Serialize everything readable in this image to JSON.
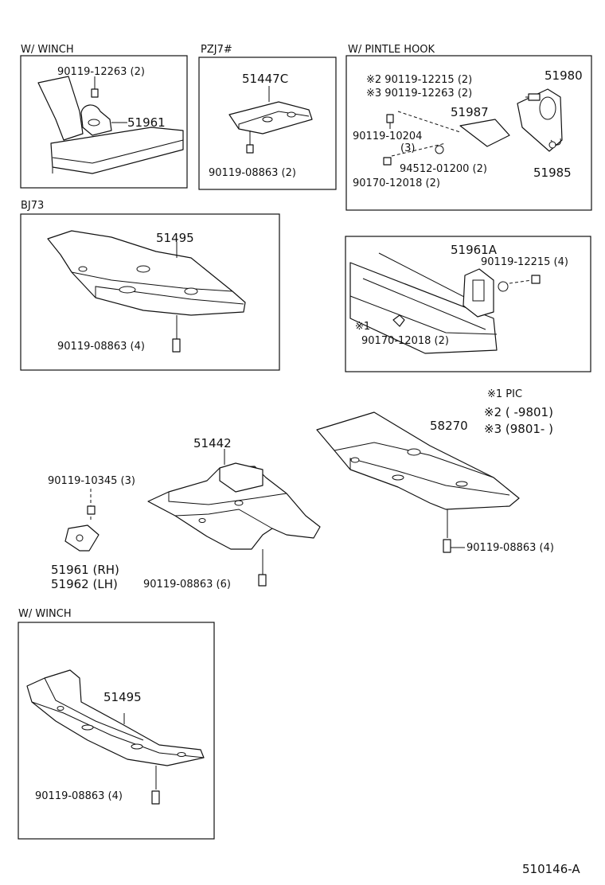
{
  "sections": {
    "winch_top": "W/ WINCH",
    "pzj7": "PZJ7#",
    "pintle": "W/ PINTLE  HOOK",
    "bj73": "BJ73",
    "winch_bottom": "W/ WINCH"
  },
  "labels": {
    "w1_bolt": "90119-12263 (2)",
    "w1_part": "51961",
    "pz_part": "51447C",
    "pz_bolt": "90119-08863 (2)",
    "ph_b1": "※2 90119-12215 (2)",
    "ph_b2": "※3 90119-12263 (2)",
    "ph_hook": "51980",
    "ph_bracket": "51987",
    "ph_bolt3": "90119-10204",
    "ph_qty3": "(3)",
    "ph_washer": "94512-01200 (2)",
    "ph_nut": "90170-12018 (2)",
    "ph_pin": "51985",
    "bj_part": "51495",
    "bj_bolt": "90119-08863 (4)",
    "tp_part": "51961A",
    "tp_bolt": "90119-12215 (4)",
    "tp_mark": "※1",
    "tp_nut": "90170-12018 (2)",
    "note1": "※1 PIC",
    "note2": "※2 (        -9801)",
    "note3": "※3 (9801-        )",
    "c_part": "51442",
    "c_bolt_top": "90119-10345 (3)",
    "c_rh": "51961 (RH)",
    "c_lh": "51962 (LH)",
    "c_bolt": "90119-08863 (6)",
    "r_part": "58270",
    "r_bolt": "90119-08863 (4)",
    "w2_part": "51495",
    "w2_bolt": "90119-08863 (4)",
    "ref": "510146-A"
  }
}
